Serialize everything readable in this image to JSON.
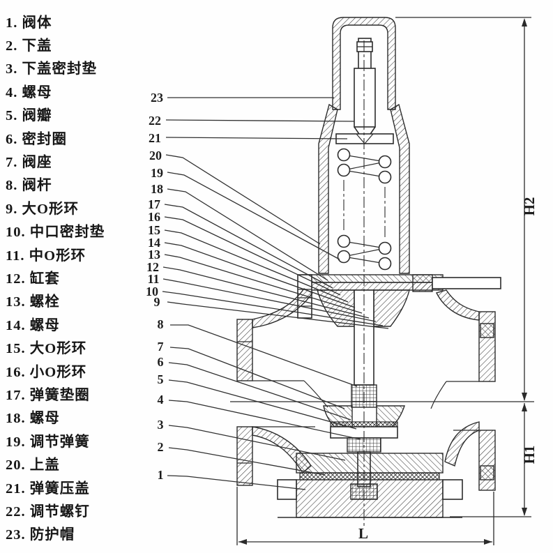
{
  "parts_list": {
    "items": [
      "1. 阀体",
      "2. 下盖",
      "3. 下盖密封垫",
      "4. 螺母",
      "5. 阀瓣",
      "6. 密封圈",
      "7. 阀座",
      "8. 阀杆",
      "9. 大O形环",
      "10. 中口密封垫",
      "11. 中O形环",
      "12. 缸套",
      "13. 螺栓",
      "14. 螺母",
      "15. 大O形环",
      "16. 小O形环",
      "17. 弹簧垫圈",
      "18. 螺母",
      "19. 调节弹簧",
      "20. 上盖",
      "21. 弹簧压盖",
      "22. 调节螺钉",
      "23. 防护帽"
    ]
  },
  "drawing": {
    "callout_numbers": [
      "23",
      "22",
      "21",
      "20",
      "19",
      "18",
      "17",
      "16",
      "15",
      "14",
      "13",
      "12",
      "11",
      "10",
      "9",
      "8",
      "7",
      "6",
      "5",
      "4",
      "3",
      "2",
      "1"
    ],
    "dimension_labels": {
      "upper_height": "H2",
      "lower_height": "H1",
      "width": "L"
    }
  },
  "colors": {
    "line": "#2b2b2b",
    "background": "#fefefe"
  }
}
